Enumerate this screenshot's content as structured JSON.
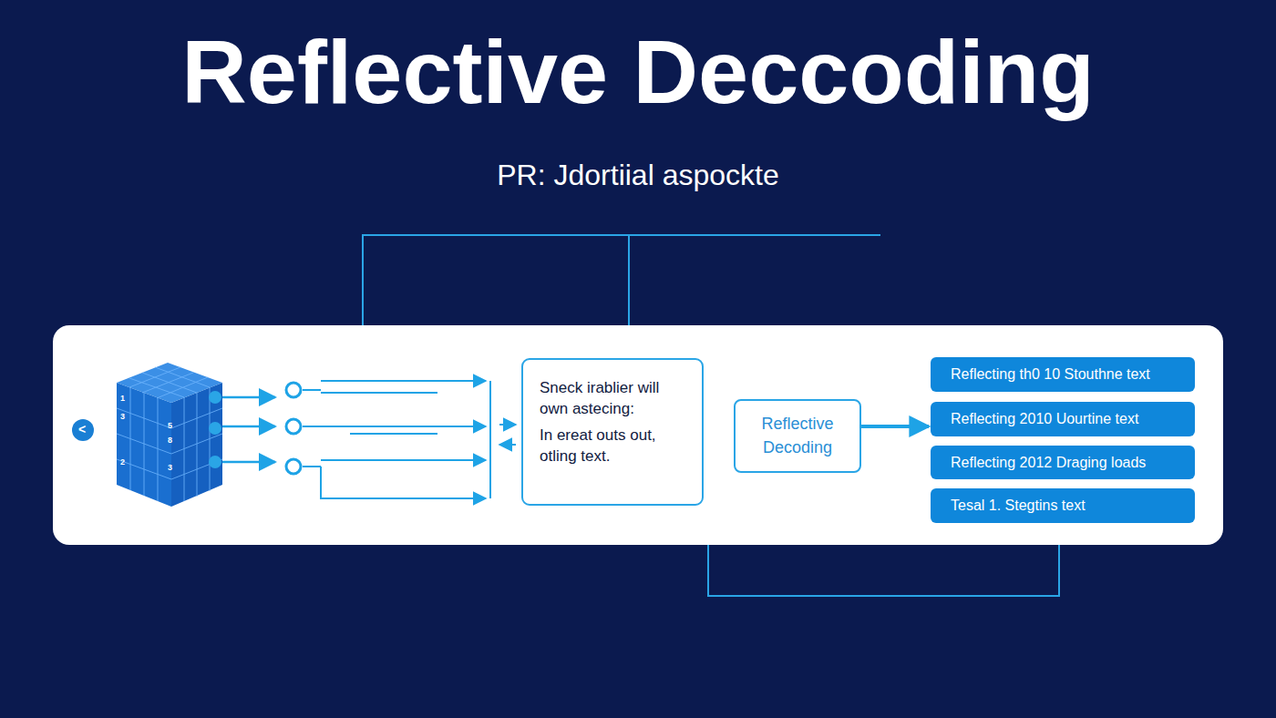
{
  "diagram": {
    "title": "Reflective Deccoding",
    "caption": "PR: Jdortiial aspockte",
    "nodes": [
      {
        "text": [
          "Sneck irablier will own astecing:",
          "In ereat outs out, otling text."
        ]
      },
      {
        "text": [
          "Reflective Decoding"
        ]
      },
      {
        "text": [
          "Reflecting th0 10 Stouthne text"
        ]
      },
      {
        "text": [
          "Reflecting 2010 Uourtine text"
        ]
      },
      {
        "text": [
          "Reflecting 2012 Draging loads"
        ]
      },
      {
        "text": [
          "Tesal 1. Stegtins text"
        ]
      }
    ],
    "edges": [
      {
        "from": 1,
        "to": 3,
        "arrow": "to"
      }
    ],
    "labels": [
      "<",
      "1",
      "3",
      "2",
      "5",
      "8",
      "3"
    ]
  }
}
